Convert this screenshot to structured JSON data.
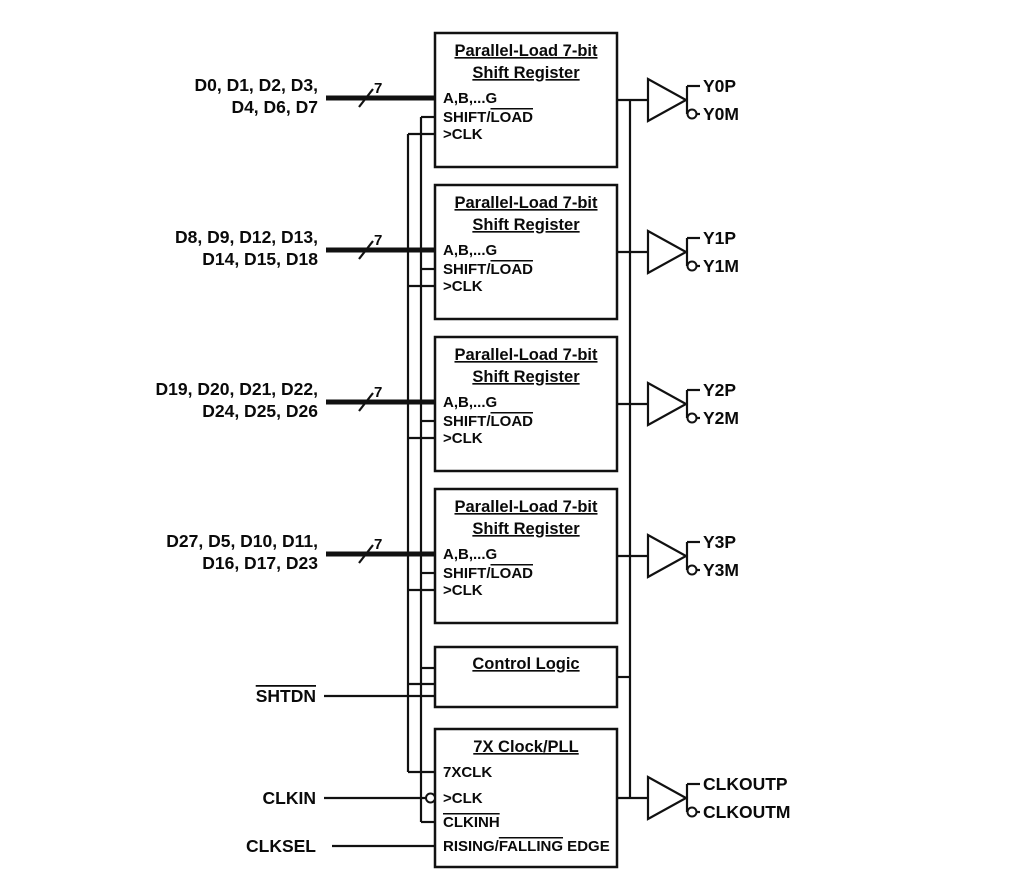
{
  "registers": [
    {
      "title1": "Parallel-Load 7-bit",
      "title2": "Shift Register",
      "data1": "D0, D1, D2, D3,",
      "data2": "D4, D6, D7",
      "bus": "7"
    },
    {
      "title1": "Parallel-Load 7-bit",
      "title2": "Shift Register",
      "data1": "D8, D9, D12, D13,",
      "data2": "D14, D15, D18",
      "bus": "7"
    },
    {
      "title1": "Parallel-Load 7-bit",
      "title2": "Shift Register",
      "data1": "D19, D20, D21, D22,",
      "data2": "D24, D25, D26",
      "bus": "7"
    },
    {
      "title1": "Parallel-Load 7-bit",
      "title2": "Shift Register",
      "data1": "D27, D5, D10, D11,",
      "data2": "D16, D17, D23",
      "bus": "7"
    }
  ],
  "pins": {
    "data": "A,B,...G",
    "shift": "SHIFT/",
    "load": "LOAD",
    "clk": ">CLK"
  },
  "outputs": [
    {
      "p": "Y0P",
      "m": "Y0M"
    },
    {
      "p": "Y1P",
      "m": "Y1M"
    },
    {
      "p": "Y2P",
      "m": "Y2M"
    },
    {
      "p": "Y3P",
      "m": "Y3M"
    }
  ],
  "control": {
    "title": "Control Logic",
    "shtdn": "SHTDN"
  },
  "pll": {
    "title": "7X Clock/PLL",
    "xclk": "7XCLK",
    "clk": ">CLK",
    "clkinh": "CLKINH",
    "edge1": "RISING/",
    "edge2": "FALLING",
    "edge3": " EDGE",
    "clkin": "CLKIN",
    "clksel": "CLKSEL"
  },
  "clkout": {
    "p": "CLKOUTP",
    "m": "CLKOUTM"
  }
}
